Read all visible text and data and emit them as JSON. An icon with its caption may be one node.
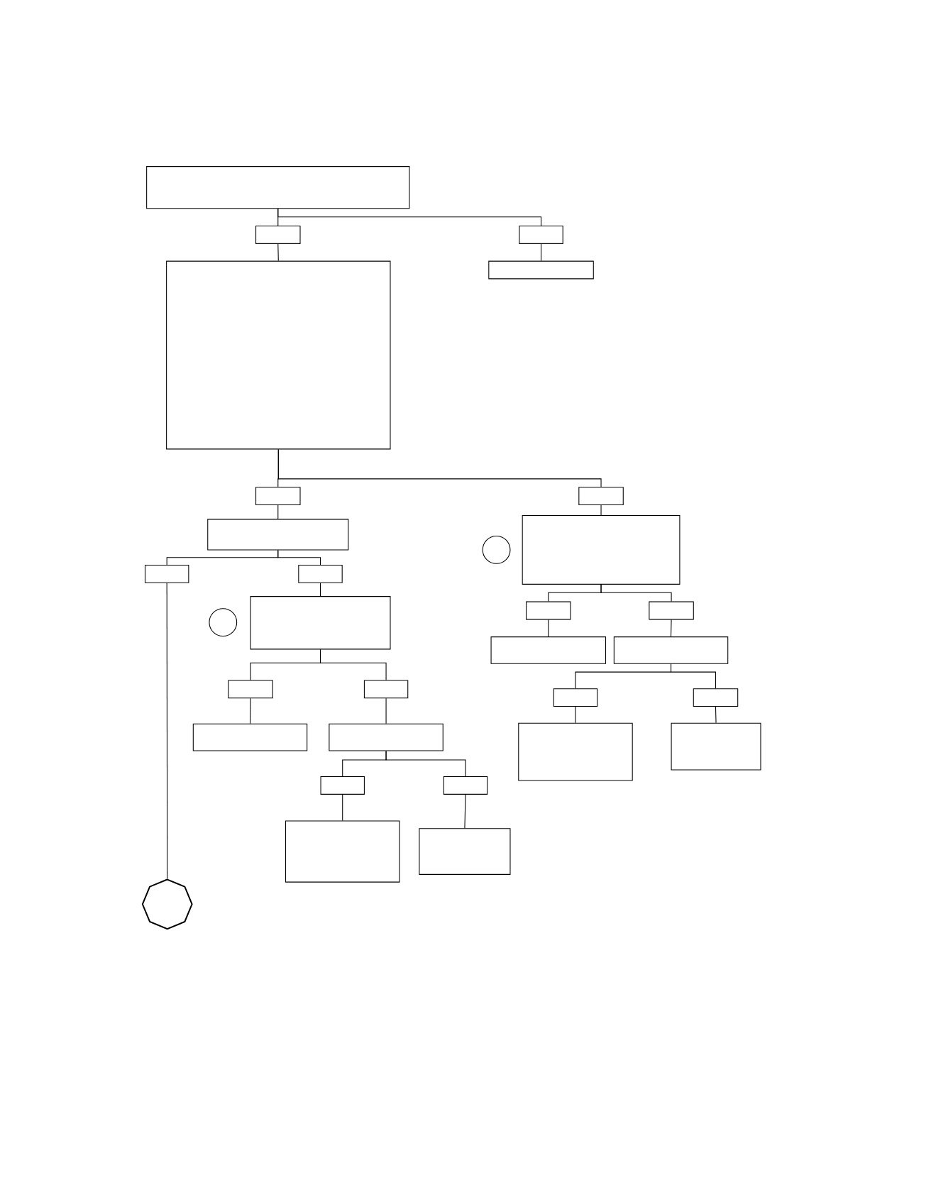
{
  "diagram": {
    "nodes": [
      {
        "text": [],
        "shape": "box"
      },
      {
        "text": [],
        "shape": "box"
      },
      {
        "text": [],
        "shape": "box"
      },
      {
        "text": [],
        "shape": "box"
      },
      {
        "text": [],
        "shape": "box"
      },
      {
        "text": [],
        "shape": "box"
      },
      {
        "text": [],
        "shape": "box"
      },
      {
        "text": [],
        "shape": "box"
      },
      {
        "text": [],
        "shape": "box"
      },
      {
        "text": [],
        "shape": "circle"
      },
      {
        "text": [],
        "shape": "box"
      },
      {
        "text": [],
        "shape": "box"
      },
      {
        "text": [],
        "shape": "circle"
      },
      {
        "text": [],
        "shape": "box"
      },
      {
        "text": [],
        "shape": "box"
      },
      {
        "text": [],
        "shape": "box"
      },
      {
        "text": [],
        "shape": "box"
      },
      {
        "text": [],
        "shape": "box"
      },
      {
        "text": [],
        "shape": "box"
      },
      {
        "text": [],
        "shape": "box"
      },
      {
        "text": [],
        "shape": "box"
      },
      {
        "text": [],
        "shape": "box"
      },
      {
        "text": [],
        "shape": "box"
      },
      {
        "text": [],
        "shape": "box"
      },
      {
        "text": [],
        "shape": "box"
      },
      {
        "text": [],
        "shape": "box"
      },
      {
        "text": [],
        "shape": "box"
      },
      {
        "text": [],
        "shape": "box"
      },
      {
        "text": [],
        "shape": "box"
      },
      {
        "text": [],
        "shape": "box"
      },
      {
        "text": [],
        "shape": "octagon"
      }
    ],
    "edges": [
      {
        "from": 0,
        "to": 1,
        "arrow": "none"
      },
      {
        "from": 0,
        "to": 2,
        "arrow": "none"
      },
      {
        "from": 1,
        "to": 3,
        "arrow": "none"
      },
      {
        "from": 2,
        "to": 4,
        "arrow": "none"
      },
      {
        "from": 3,
        "to": 5,
        "arrow": "none"
      },
      {
        "from": 3,
        "to": 6,
        "arrow": "none"
      },
      {
        "from": 5,
        "to": 7,
        "arrow": "none"
      },
      {
        "from": 6,
        "to": 8,
        "arrow": "none"
      },
      {
        "from": 7,
        "to": 10,
        "arrow": "none"
      },
      {
        "from": 7,
        "to": 11,
        "arrow": "none"
      },
      {
        "from": 11,
        "to": 13,
        "arrow": "none"
      },
      {
        "from": 10,
        "to": 30,
        "arrow": "none"
      },
      {
        "from": 8,
        "to": 14,
        "arrow": "none"
      },
      {
        "from": 8,
        "to": 15,
        "arrow": "none"
      },
      {
        "from": 14,
        "to": 16,
        "arrow": "none"
      },
      {
        "from": 15,
        "to": 17,
        "arrow": "none"
      },
      {
        "from": 13,
        "to": 18,
        "arrow": "none"
      },
      {
        "from": 13,
        "to": 19,
        "arrow": "none"
      },
      {
        "from": 18,
        "to": 22,
        "arrow": "none"
      },
      {
        "from": 19,
        "to": 23,
        "arrow": "none"
      },
      {
        "from": 17,
        "to": 20,
        "arrow": "none"
      },
      {
        "from": 17,
        "to": 21,
        "arrow": "none"
      },
      {
        "from": 20,
        "to": 24,
        "arrow": "none"
      },
      {
        "from": 21,
        "to": 25,
        "arrow": "none"
      },
      {
        "from": 23,
        "to": 26,
        "arrow": "none"
      },
      {
        "from": 23,
        "to": 27,
        "arrow": "none"
      },
      {
        "from": 26,
        "to": 28,
        "arrow": "none"
      },
      {
        "from": 27,
        "to": 29,
        "arrow": "none"
      }
    ]
  }
}
